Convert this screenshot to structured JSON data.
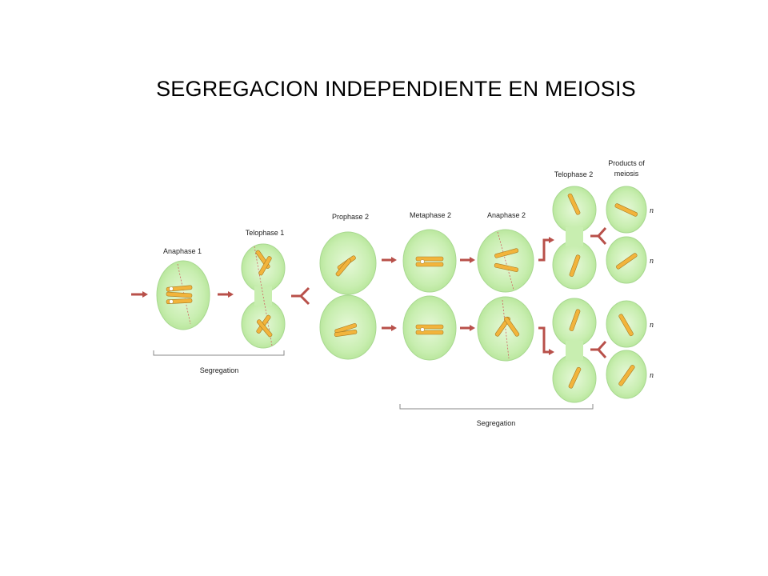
{
  "title": "SEGREGACION INDEPENDIENTE EN MEIOSIS",
  "labels": {
    "anaphase1": "Anaphase 1",
    "telophase1": "Telophase 1",
    "prophase2": "Prophase 2",
    "metaphase2": "Metaphase 2",
    "anaphase2": "Anaphase 2",
    "telophase2": "Telophase 2",
    "products_line1": "Products of",
    "products_line2": "meiosis",
    "segregation_1": "Segregation",
    "segregation_2": "Segregation",
    "n": "n"
  },
  "colors": {
    "cell_fill": "#c8eeb0",
    "cell_edge": "#a8d890",
    "chromosome": "#f2b43c",
    "chromosome_edge": "#a67a20",
    "arrow": "#b8504a",
    "spindle": "#d06060",
    "bracket": "#8a8a8a"
  }
}
